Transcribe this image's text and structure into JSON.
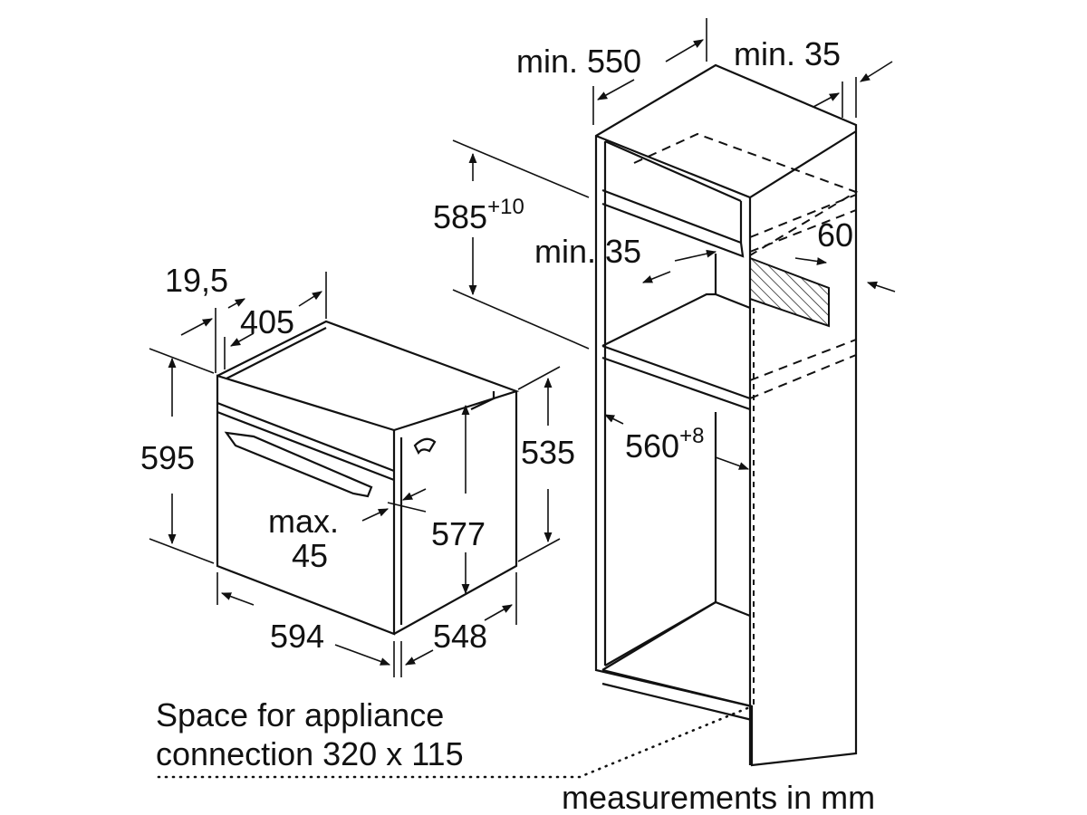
{
  "dimensions": {
    "niche_depth_min": "min. 550",
    "niche_side_gap_min": "min. 35",
    "niche_height_base": "585",
    "niche_height_tol": "+10",
    "shelf_gap_min": "min. 35",
    "shelf_vent": "60",
    "niche_width_base": "560",
    "niche_width_tol": "+8",
    "oven_front_depth": "19,5",
    "oven_top_depth": "405",
    "oven_height": "595",
    "oven_body_height": "535",
    "oven_inner_height": "577",
    "handle_max_label": "max.",
    "handle_max_value": "45",
    "oven_width": "594",
    "oven_depth": "548"
  },
  "notes": {
    "connection_line1": "Space for appliance",
    "connection_line2": "connection 320 x 115",
    "units": "measurements in mm"
  },
  "icons": {
    "hatch": "hatched-vent-panel"
  }
}
